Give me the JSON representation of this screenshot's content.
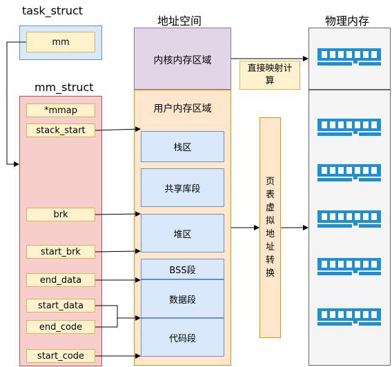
{
  "labels": {
    "task_struct": "task_struct",
    "mm_struct": "mm_struct",
    "address_space": "地址空间",
    "physical_memory": "物理内存"
  },
  "task_struct": {
    "mm": "mm"
  },
  "mm_struct_fields": [
    "*mmap",
    "stack_start",
    "brk",
    "start_brk",
    "end_data",
    "start_data",
    "end_code",
    "start_code"
  ],
  "address_space": {
    "kernel": "内核内存区域",
    "user": "用户内存区域",
    "segments": [
      "栈区",
      "共享库段",
      "堆区",
      "BSS段",
      "数据段",
      "代码段"
    ]
  },
  "direct_mapping": "直接映射计算",
  "page_table": "页表虚拟地址转换",
  "colors": {
    "task_fill": "#dae8fc",
    "task_stroke": "#6c8ebf",
    "field_fill": "#fff2cc",
    "field_stroke": "#d6b656",
    "mm_fill": "#f8cecc",
    "mm_stroke": "#b85450",
    "kernel_fill": "#e1d5e7",
    "kernel_stroke": "#9673a6",
    "user_fill": "#ffe6cc",
    "user_stroke": "#d79b00",
    "phys_fill": "#f5f5f5",
    "phys_stroke": "#666666",
    "ram": "#1b8fd8"
  }
}
